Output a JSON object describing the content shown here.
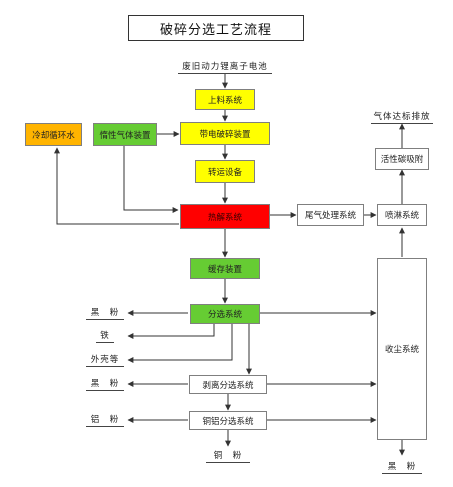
{
  "title": "破碎分选工艺流程",
  "input": "废旧动力锂离子电池",
  "nodes": {
    "feeding": "上料系统",
    "charged_crushing": "带电破碎装置",
    "inert_gas": "惰性气体装置",
    "cooling": "冷却循环水",
    "transfer": "转运设备",
    "pyrolysis": "热解系统",
    "tail_gas": "尾气处理系统",
    "spray": "喷淋系统",
    "activated_carbon": "活性碳吸附",
    "buffer": "缓存装置",
    "sorting": "分选系统",
    "stripping_sorting": "剥离分选系统",
    "cu_al_sorting": "铜铝分选系统",
    "dust_collection": "收尘系统"
  },
  "outputs": {
    "gas_emission": "气体达标排放",
    "black_powder_1": "黑　粉",
    "iron": "铁",
    "shell": "外壳等",
    "black_powder_2": "黑　粉",
    "aluminum_powder": "铝　粉",
    "copper_powder": "铜　粉",
    "black_powder_3": "黑　粉"
  },
  "colors": {
    "yellow": "#ffff00",
    "green": "#66cc33",
    "orange": "#ffb400",
    "red": "#ff0000",
    "line": "#333333"
  }
}
